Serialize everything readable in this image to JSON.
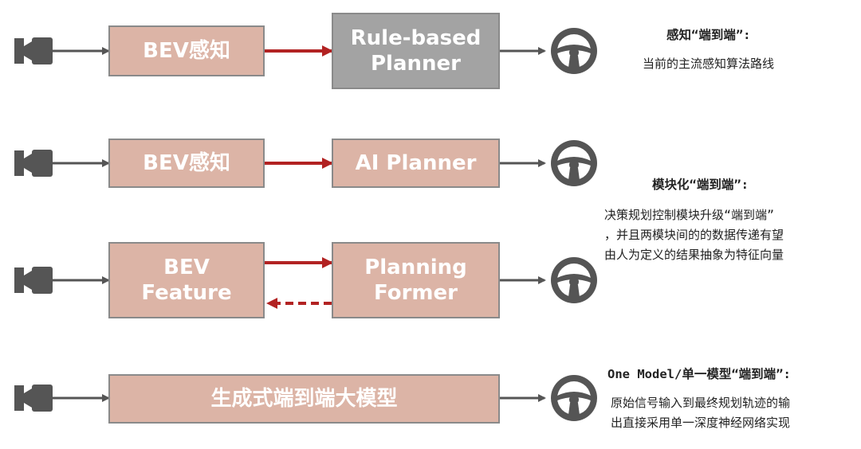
{
  "rows": [
    {
      "boxes": [
        {
          "label": "BEV感知"
        },
        {
          "label": "Rule-based\nPlanner"
        }
      ]
    },
    {
      "boxes": [
        {
          "label": "BEV感知"
        },
        {
          "label": "AI Planner"
        }
      ]
    },
    {
      "boxes": [
        {
          "label": "BEV\nFeature"
        },
        {
          "label": "Planning\nFormer"
        }
      ]
    },
    {
      "boxes": [
        {
          "label": "生成式端到端大模型"
        }
      ]
    }
  ],
  "notes": [
    {
      "title": "感知“端到端”:",
      "lines": [
        "当前的主流感知算法路线"
      ]
    },
    {
      "title": "模块化“端到端”:",
      "lines": [
        "决策规划控制模块升级“端到端”",
        "，并且两模块间的的数据传递有望",
        "由人为定义的结果抽象为特征向量"
      ]
    },
    {
      "title": "One Model/单一模型“端到端”:",
      "lines": [
        "原始信号输入到最终规划轨迹的输",
        "出直接采用单一深度神经网络实现"
      ]
    }
  ],
  "colors": {
    "box_fill": "#dcb4a6",
    "box_fill_gray": "#a3a3a3",
    "arrow_red": "#b22222",
    "icon_gray": "#555555"
  },
  "icons": [
    "camera-icon",
    "steering-wheel-icon"
  ]
}
